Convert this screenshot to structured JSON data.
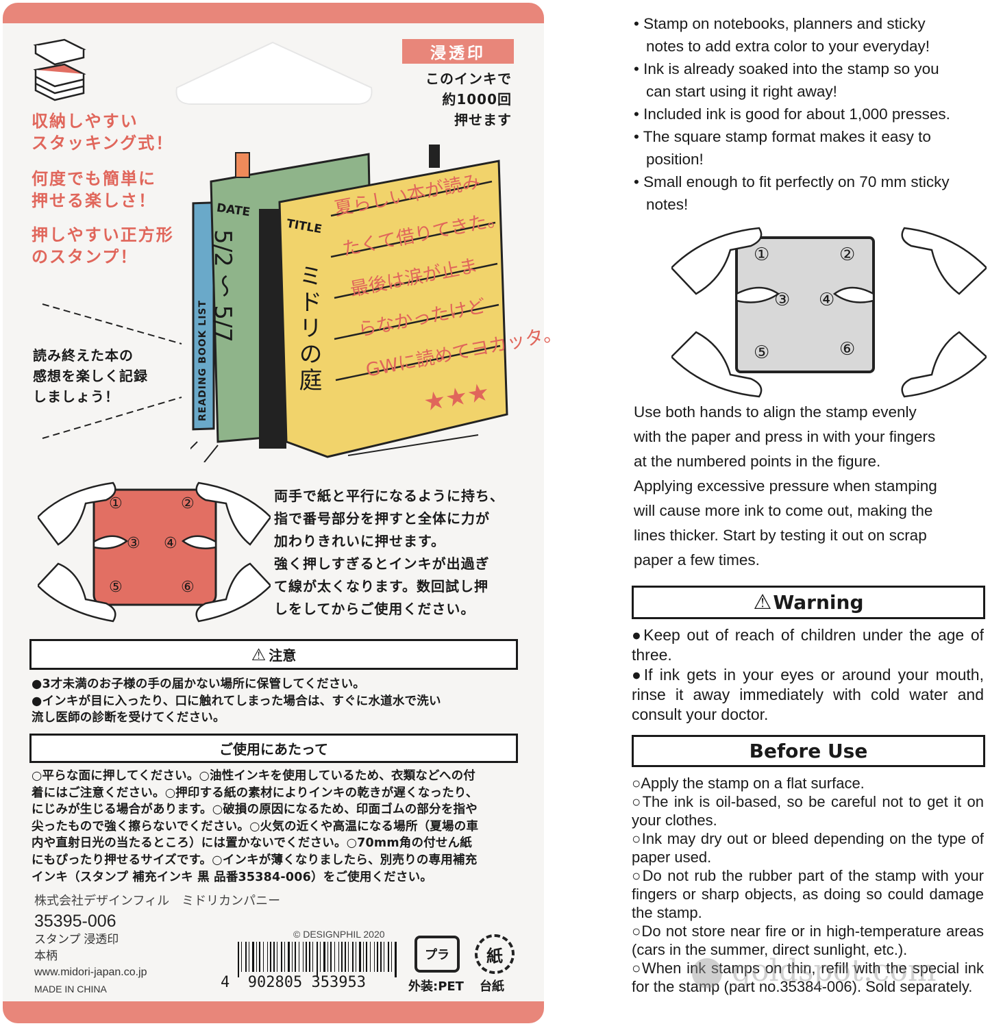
{
  "left_panel": {
    "tag": "浸透印",
    "ink_note": [
      "このインキで",
      "約1000回",
      "押せます"
    ],
    "features": [
      [
        "収納しやすい",
        "スタッキング式！"
      ],
      [
        "何度でも簡単に",
        "押せる楽しさ！"
      ],
      [
        "押しやすい正方形",
        "のスタンプ！"
      ]
    ],
    "record_note": [
      "読み終えた本の",
      "感想を楽しく記録",
      "しましょう！"
    ],
    "illustration": {
      "spine_label": "READING BOOK LIST",
      "date_label": "DATE",
      "dates": "5/2 〜 5/7",
      "title_label": "TITLE",
      "title": "ミドリの庭",
      "review": [
        "夏らしい本が読み",
        "たくて借りてきた。",
        "最後は涙が止ま",
        "らなかったけど",
        "GWに読めてヨカッタ。"
      ],
      "stars": "★★★",
      "rating": 3
    },
    "usage_steps_jp": [
      "両手で紙と平行になるように持ち、",
      "指で番号部分を押すと全体に力が",
      "加わりきれいに押せます。",
      "強く押しすぎるとインキが出過ぎ",
      "て線が太くなります。数回試し押",
      "しをしてからご使用ください。"
    ],
    "press_points": [
      "①",
      "②",
      "③",
      "④",
      "⑤",
      "⑥"
    ],
    "caution_title": "注意",
    "caution_lines": [
      "●3才未満のお子様の手の届かない場所に保管してください。",
      "●インキが目に入ったり、口に触れてしまった場合は、すぐに水道水で洗い",
      "流し医師の診断を受けてください。"
    ],
    "usage_title": "ご使用にあたって",
    "usage_lines": [
      "○平らな面に押してください。○油性インキを使用しているため、衣類などへの付",
      "着にはご注意ください。○押印する紙の素材によりインキの乾きが遅くなったり、",
      "にじみが生じる場合があります。○破損の原因になるため、印面ゴムの部分を指や",
      "尖ったもので強く擦らないでください。○火気の近くや高温になる場所（夏場の車",
      "内や直射日光の当たるところ）には置かないでください。○70mm角の付せん紙",
      "にもぴったり押せるサイズです。○インキが薄くなりましたら、別売りの専用補充",
      "インキ（スタンプ 補充インキ 黒 品番35384-006）をご使用ください。"
    ],
    "company": "株式会社デザインフィル　ミドリカンパニー",
    "product_number": "35395-006",
    "product_name": "スタンプ 浸透印",
    "pattern": "本柄",
    "website": "www.midori-japan.co.jp",
    "origin": "MADE IN CHINA",
    "copyright": "© DESIGNPHIL 2020",
    "barcode": {
      "first": "4",
      "left": "902805",
      "right": "353953"
    },
    "recycle": [
      {
        "symbol": "プラ",
        "label": "外装:PET"
      },
      {
        "symbol": "紙",
        "label": "台紙"
      }
    ]
  },
  "right_panel": {
    "bullets": [
      [
        "• Stamp on notebooks, planners and sticky",
        "notes to add extra color to your everyday!"
      ],
      [
        "• Ink is already soaked into the stamp so you",
        "can start using it right away!"
      ],
      [
        "• Included ink is good for about 1,000 presses."
      ],
      [
        "• The square stamp format makes it easy to",
        "position!"
      ],
      [
        "• Small enough to fit perfectly on 70 mm sticky",
        "notes!"
      ]
    ],
    "instructions": [
      "Use both hands to align the stamp evenly",
      "with the paper and press in with your fingers",
      "at the numbered points in the figure.",
      "Applying excessive pressure when stamping",
      "will cause more ink to come out, making the",
      "lines thicker. Start by testing it out on scrap",
      "paper a few times."
    ],
    "warning_title": "Warning",
    "warning_items": [
      "●Keep out of reach of children under the age of three.",
      "●If ink gets in your eyes or around your mouth, rinse it away immediately with cold water and consult your doctor."
    ],
    "before_use_title": "Before Use",
    "before_use_items": [
      "○Apply the stamp on a flat surface.",
      "○The ink is oil-based, so be careful not to get it on your clothes.",
      "○Ink may dry out or bleed depending on the type of paper used.",
      "○Do not rub the rubber part of the stamp with your fingers or sharp objects, as doing so could damage the stamp.",
      "○Do not store near fire or in high-temperature areas (cars in the summer, direct sunlight, etc.).",
      "○When ink stamps on thin, refill with the special ink for the stamp (part no.35384-006). Sold separately."
    ],
    "watermark": "goldspot.com"
  },
  "colors": {
    "accent": "#e0665b",
    "band": "#e8867a",
    "stamp_red": "#e26f63",
    "stamp_gray": "#d8d8d8",
    "book_green": "#8fb48a",
    "book_yellow": "#f1d36b"
  }
}
